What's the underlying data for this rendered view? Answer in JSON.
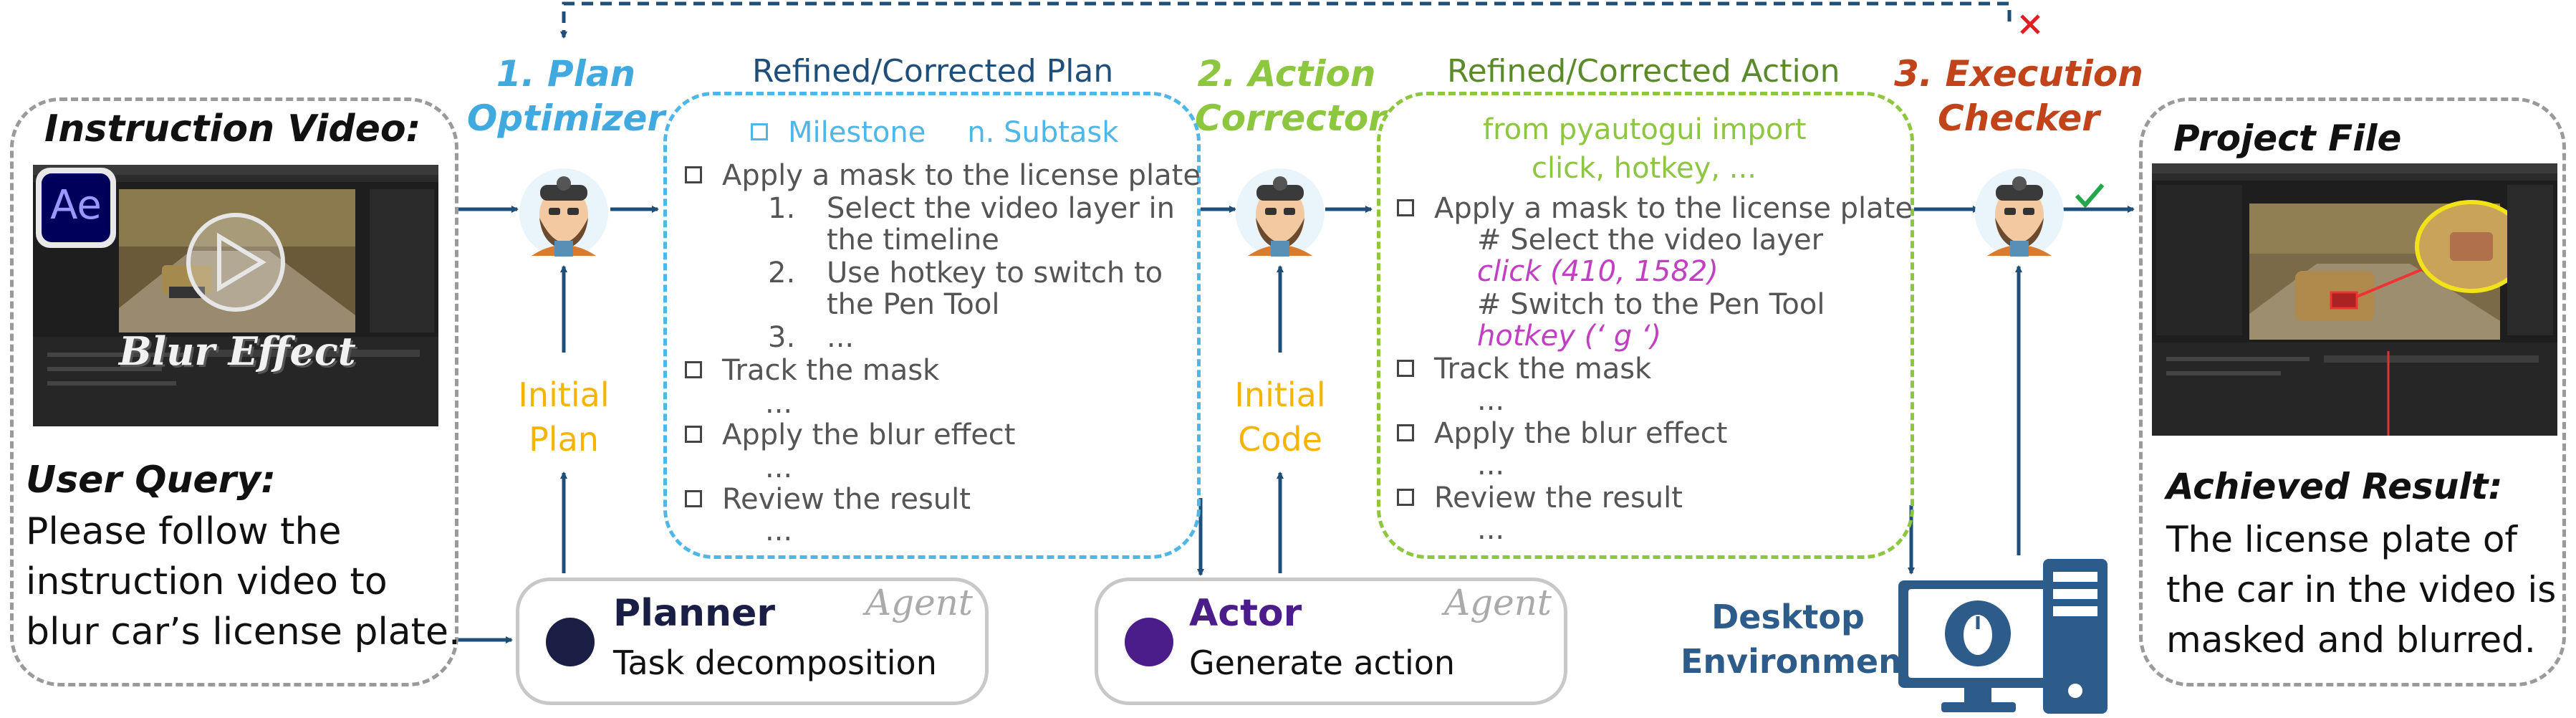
{
  "left_panel": {
    "instruction_title": "Instruction Video:",
    "app_icon_text": "Ae",
    "video_overlay": "Blur Effect",
    "query_title": "User Query:",
    "query_lines": [
      "Please follow the",
      "instruction video to",
      "blur car’s license plate."
    ]
  },
  "steps": {
    "plan_optimizer": [
      "1. Plan",
      "Optimizer"
    ],
    "action_corrector": [
      "2. Action",
      "Corrector"
    ],
    "execution_checker": [
      "3. Execution",
      "Checker"
    ]
  },
  "plan_box": {
    "title": "Refined/Corrected Plan",
    "legend_milestone": "Milestone",
    "legend_subtask": "n.  Subtask",
    "items": [
      "Apply a mask to the license plate",
      "1.",
      "Select the video layer in",
      "the timeline",
      "2.",
      "Use hotkey to switch to",
      "the Pen Tool",
      "3.",
      "...",
      "Track the mask",
      "...",
      "Apply the blur effect",
      "...",
      "Review the result",
      "..."
    ]
  },
  "action_box": {
    "title": "Refined/Corrected Action",
    "code_header": [
      "from pyautogui import",
      "click, hotkey, ..."
    ],
    "items": [
      "Apply a mask to the license plate",
      "# Select the video layer",
      "click (410, 1582)",
      "# Switch to the Pen Tool",
      "hotkey (‘ g ‘)",
      "Track the mask",
      "...",
      "Apply the blur effect",
      "...",
      "Review the result",
      "..."
    ]
  },
  "inputs": {
    "initial_plan": [
      "Initial",
      "Plan"
    ],
    "initial_code": [
      "Initial",
      "Code"
    ]
  },
  "agents": {
    "tag": "Agent",
    "planner_name": "Planner",
    "planner_desc": "Task decomposition",
    "actor_name": "Actor",
    "actor_desc": "Generate action"
  },
  "desktop": [
    "Desktop",
    "Environment"
  ],
  "right_panel": {
    "project_title": "Project File",
    "result_title": "Achieved Result:",
    "result_lines": [
      "The license plate of",
      "the car in the video is",
      "masked and blurred."
    ]
  },
  "colors": {
    "arrow": "#1f4e79",
    "plan_blue": "#3fa9e0",
    "corrector_green": "#8dc63f",
    "checker_red": "#c0431a",
    "initial_orange": "#f5b400",
    "code_magenta": "#c23fc4",
    "planner_dot": "#1b1e44",
    "actor_dot": "#4b1d8a",
    "desktop_blue": "#2e5c8a",
    "check_green": "#22a84a",
    "cross_red": "#e02020"
  }
}
